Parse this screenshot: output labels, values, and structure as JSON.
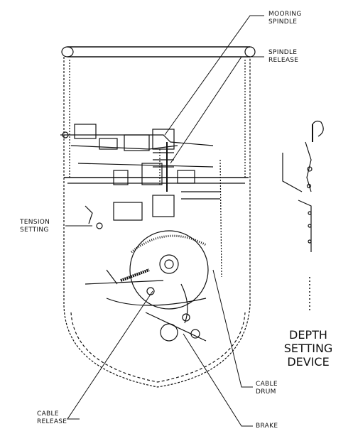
{
  "labels": {
    "mooring_spindle": [
      "MOORING",
      "SPINDLE"
    ],
    "spindle_release": [
      "SPINDLE",
      "RELEASE"
    ],
    "tension_setting": [
      "TENSION",
      "SETTING"
    ],
    "cable_drum": [
      "CABLE",
      "DRUM"
    ],
    "cable_release": [
      "CABLE",
      "RELEASE"
    ],
    "brake": "BRAKE",
    "depth_setting_device": [
      "DEPTH",
      "SETTING",
      "DEVICE"
    ]
  },
  "colors": {
    "ink": "#111111",
    "background": "#ffffff"
  }
}
